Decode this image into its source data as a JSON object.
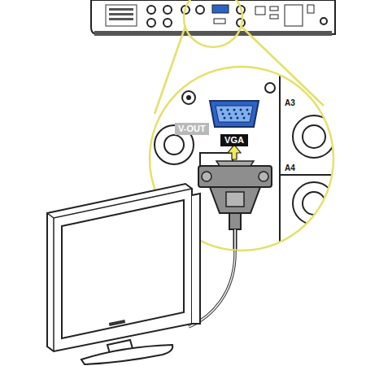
{
  "diagram": {
    "labels": [
      "V-OUT",
      "VGA",
      "A3",
      "A4"
    ]
  }
}
